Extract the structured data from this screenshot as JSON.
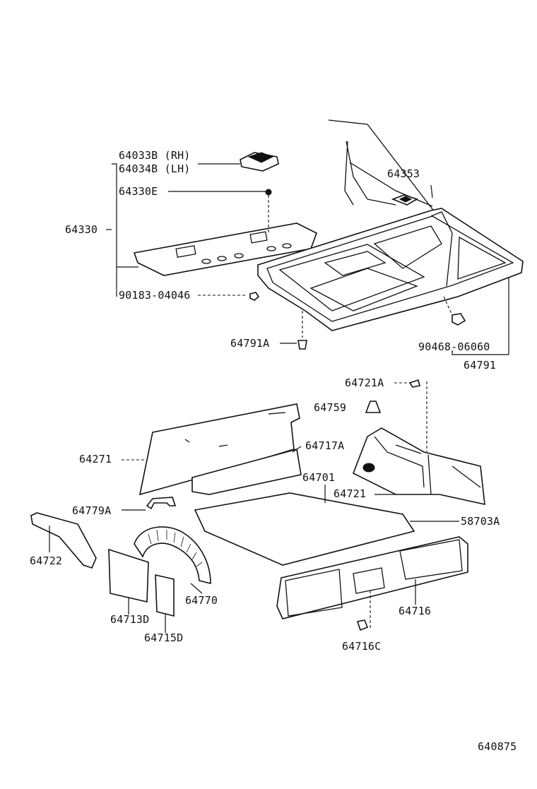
{
  "labels": {
    "p64033B": "64033B (RH)",
    "p64034B": "64034B (LH)",
    "p64330E": "64330E",
    "p64330": "64330",
    "p90183": "90183-04046",
    "p64353": "64353",
    "p64791A": "64791A",
    "p90468": "90468-06060",
    "p64791": "64791",
    "p64721A": "64721A",
    "p64759": "64759",
    "p64271": "64271",
    "p64717A": "64717A",
    "p64701": "64701",
    "p64721": "64721",
    "p64779A": "64779A",
    "p58703A": "58703A",
    "p64722": "64722",
    "p64770": "64770",
    "p64716": "64716",
    "p64713D": "64713D",
    "p64715D": "64715D",
    "p64716C": "64716C",
    "diagram_code": "640875"
  }
}
